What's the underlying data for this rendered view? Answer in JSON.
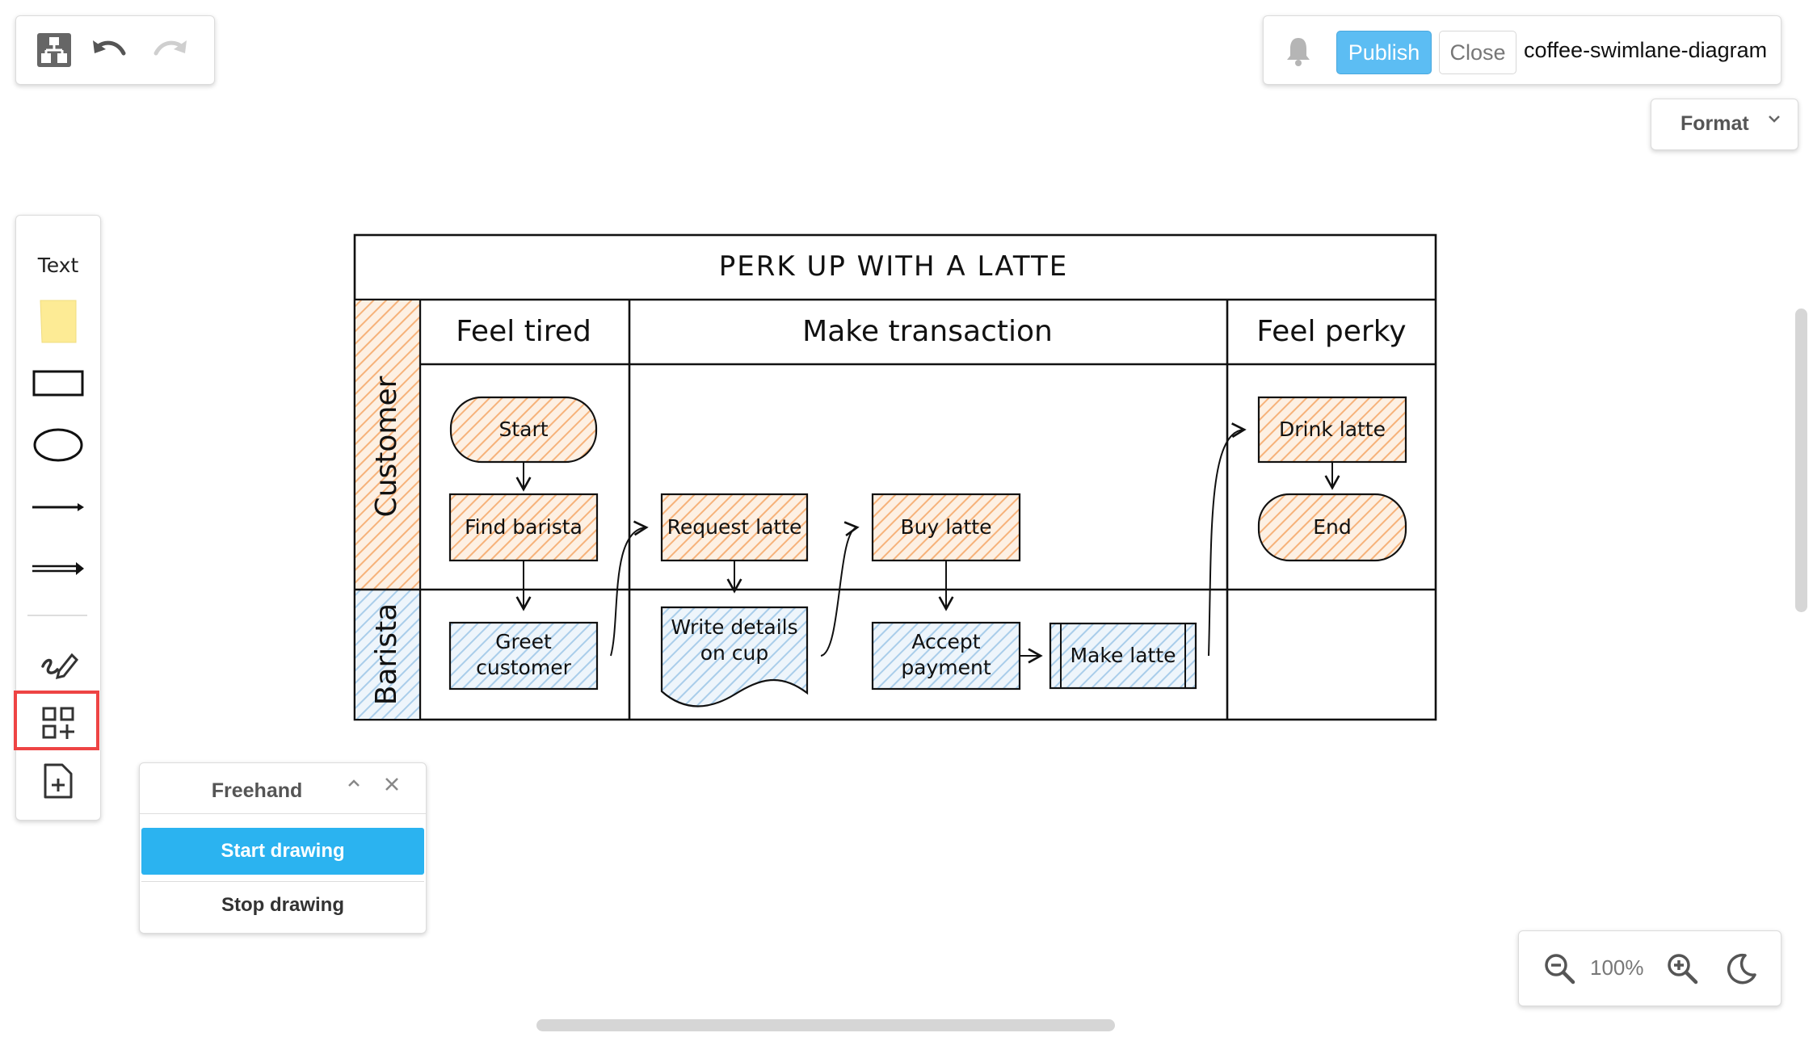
{
  "toolbar": {
    "shapes_icon": "shapes-icon",
    "undo_icon": "undo-icon",
    "redo_icon": "redo-icon"
  },
  "header": {
    "bell_icon": "bell-icon",
    "publish_label": "Publish",
    "close_label": "Close",
    "document_title": "coffee-swimlane-diagram"
  },
  "format": {
    "label": "Format"
  },
  "sidebar": {
    "text_label": "Text",
    "items": [
      "sticky-note-icon",
      "rectangle-icon",
      "ellipse-icon",
      "line-icon",
      "arrow-icon",
      "freehand-icon",
      "insert-shapes-icon",
      "add-page-icon"
    ]
  },
  "freehand": {
    "title": "Freehand",
    "start_label": "Start drawing",
    "stop_label": "Stop drawing"
  },
  "zoom": {
    "value": "100%"
  },
  "diagram": {
    "title": "PERK UP WITH A LATTE",
    "phases": [
      "Feel tired",
      "Make transaction",
      "Feel perky"
    ],
    "lanes": [
      "Customer",
      "Barista"
    ],
    "nodes": {
      "start": "Start",
      "find_barista": "Find barista",
      "request_latte": "Request latte",
      "buy_latte": "Buy latte",
      "drink_latte": "Drink latte",
      "end": "End",
      "greet_customer_1": "Greet",
      "greet_customer_2": "customer",
      "write_details_1": "Write details",
      "write_details_2": "on cup",
      "accept_payment_1": "Accept",
      "accept_payment_2": "payment",
      "make_latte": "Make latte"
    },
    "colors": {
      "customer_fill": "#f6b27a",
      "barista_fill": "#a9cdea"
    }
  }
}
